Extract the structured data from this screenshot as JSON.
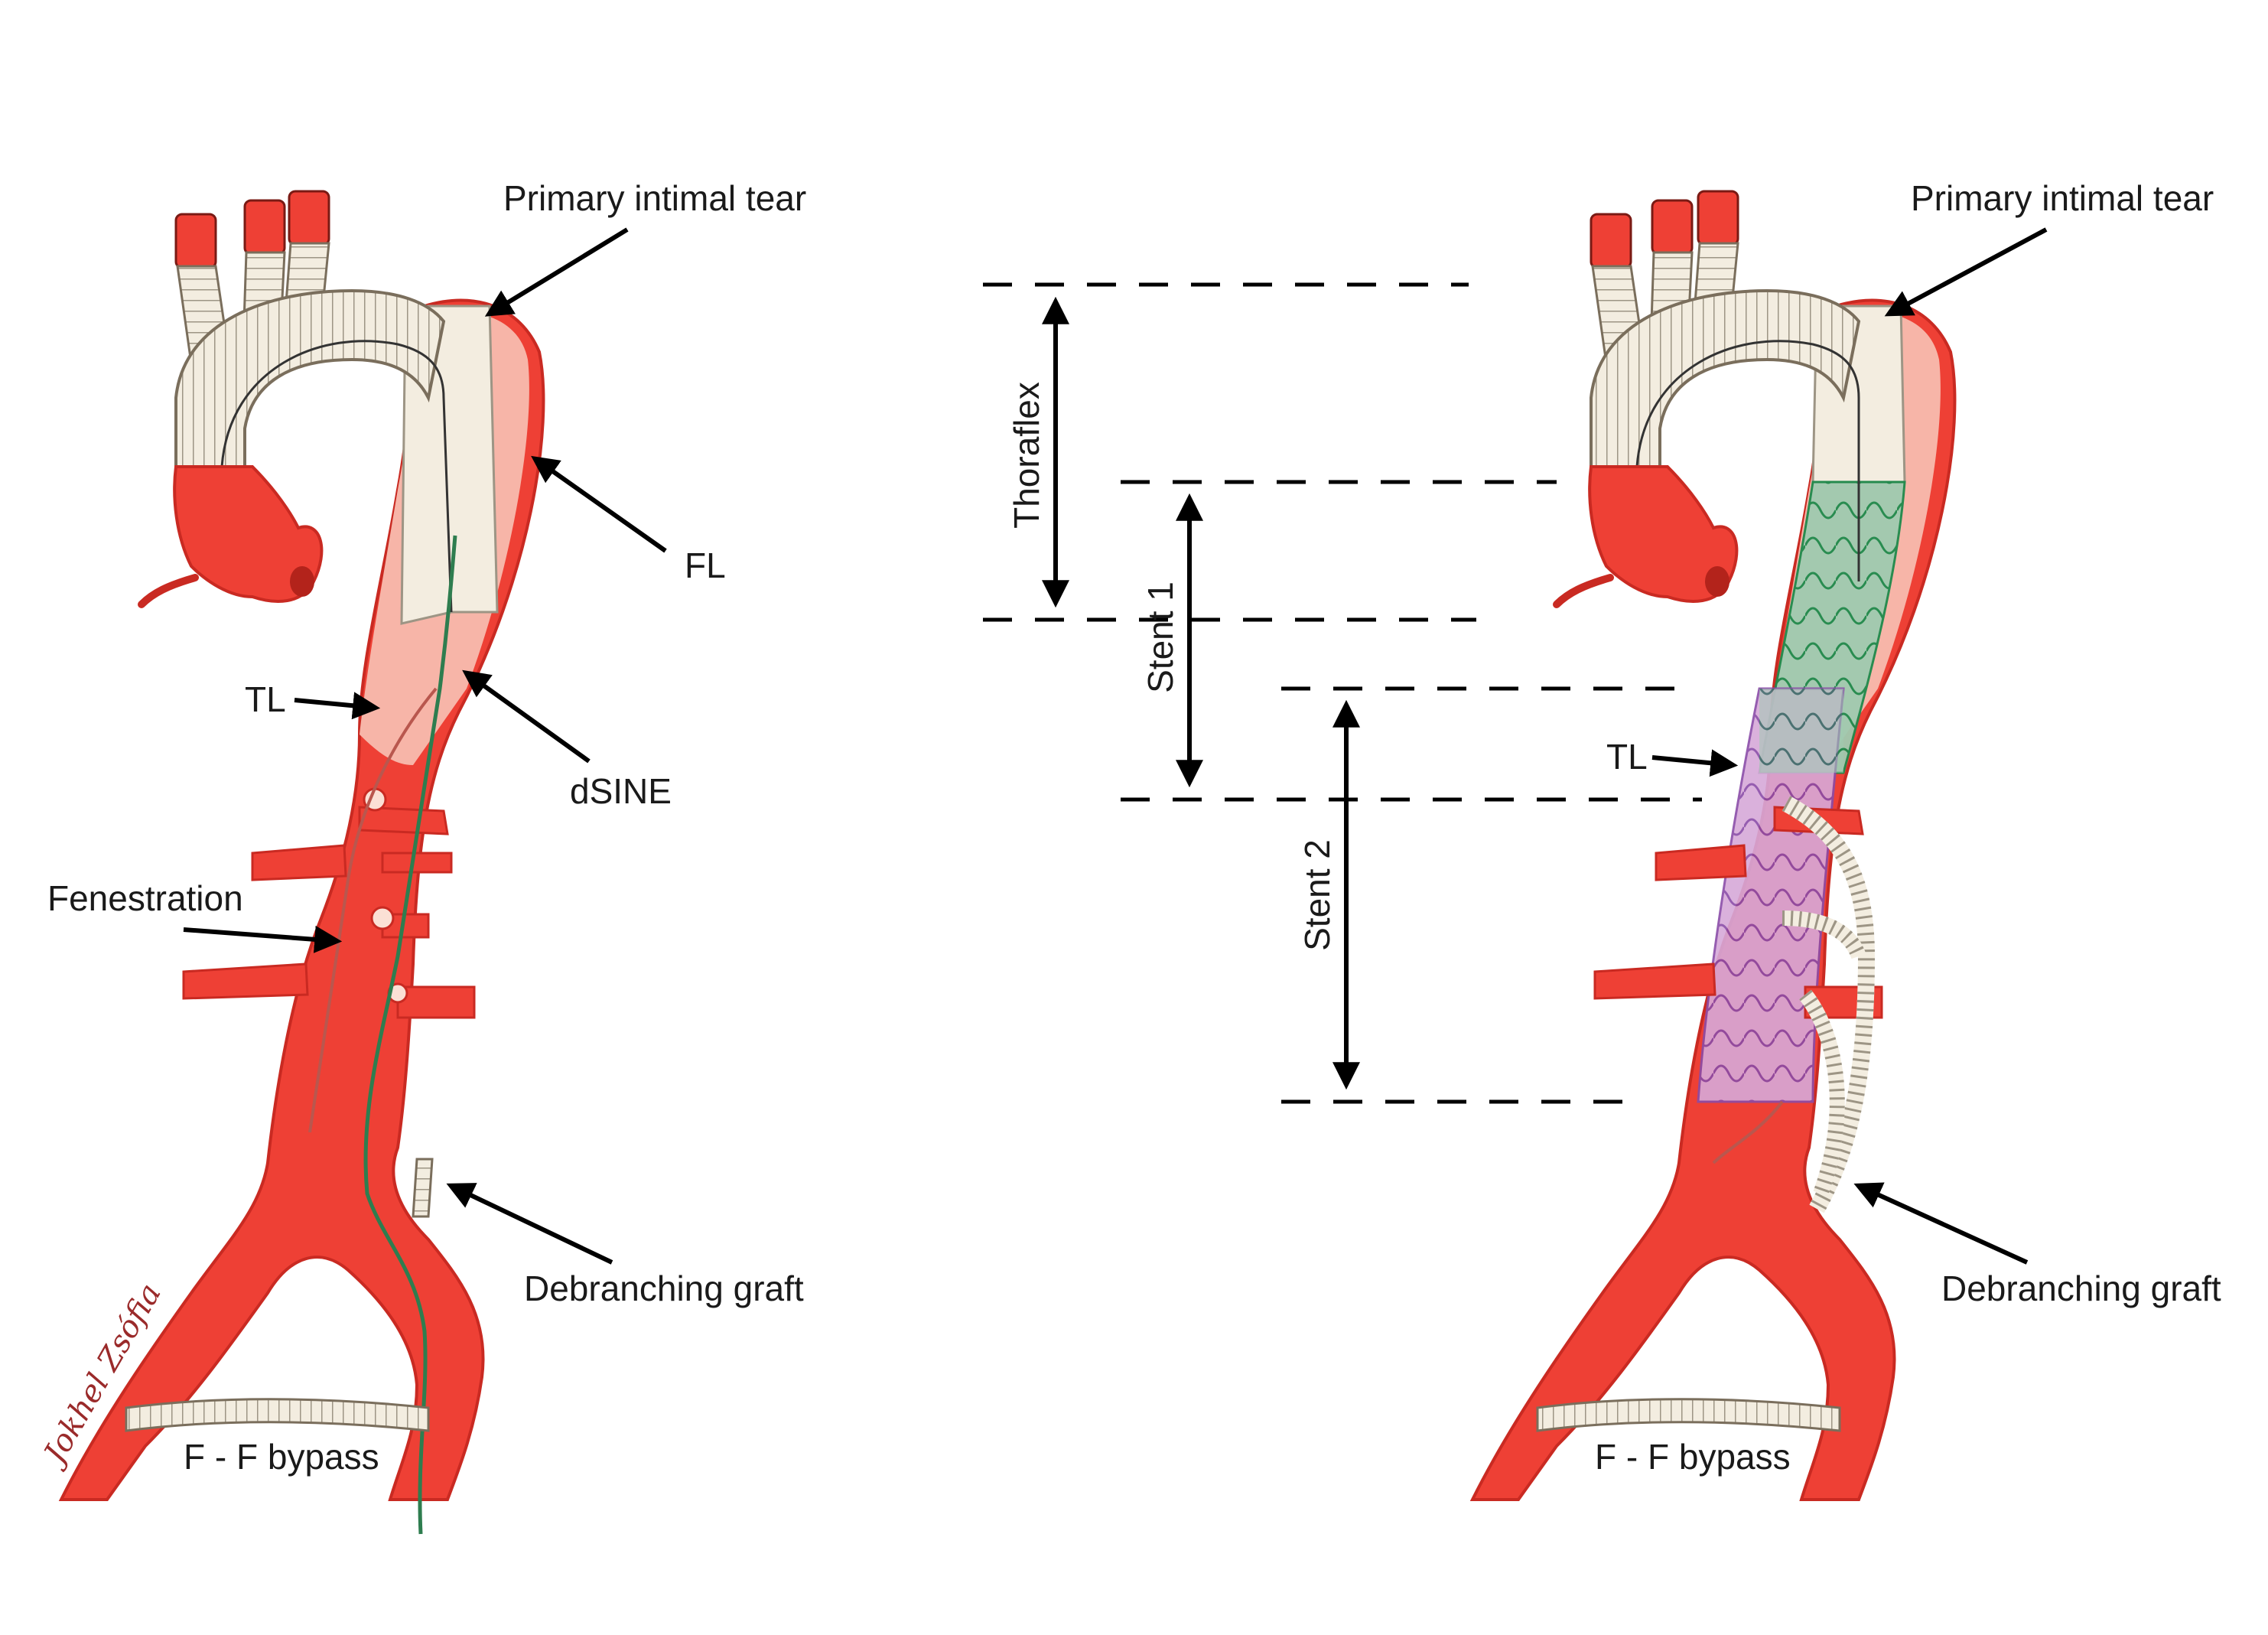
{
  "left_panel": {
    "labels": {
      "primary_tear": "Primary intimal tear",
      "fl": "FL",
      "tl": "TL",
      "dsine": "dSINE",
      "fenestration": "Fenestration",
      "debranching": "Debranching graft",
      "ff_bypass": "F - F bypass"
    },
    "signature": "Jokhel Zsófia"
  },
  "measurements": {
    "thoraflex": "Thoraflex",
    "stent1": "Stent 1",
    "stent2": "Stent 2"
  },
  "right_panel": {
    "labels": {
      "primary_tear": "Primary intimal tear",
      "tl": "TL",
      "debranching": "Debranching graft",
      "ff_bypass": "F - F bypass"
    }
  },
  "colors": {
    "vessel": "#ee4035",
    "vessel_dark": "#c92a22",
    "graft": "#f3ede0",
    "graft_line": "#9d9585",
    "stent1": "#1f8a4c",
    "stent2": "#8a4ca8",
    "wire": "#2e7d4f"
  }
}
